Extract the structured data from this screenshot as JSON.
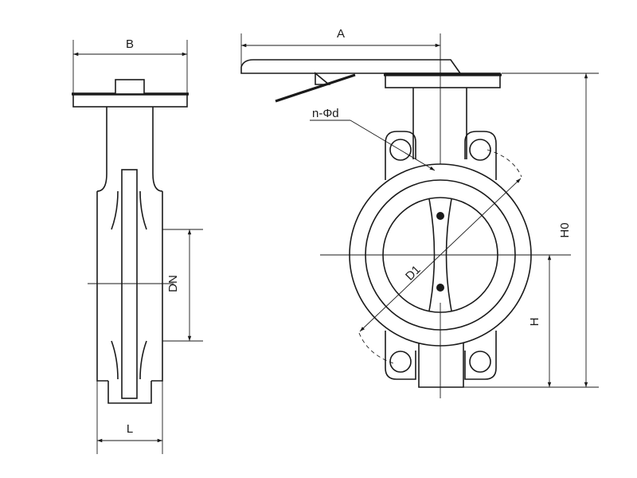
{
  "labels": {
    "A": "A",
    "B": "B",
    "DN": "DN",
    "L": "L",
    "H": "H",
    "H0": "H0",
    "D1": "D1",
    "nd": "n-Φd"
  },
  "colors": {
    "line": "#1a1a1a",
    "background": "#ffffff"
  }
}
